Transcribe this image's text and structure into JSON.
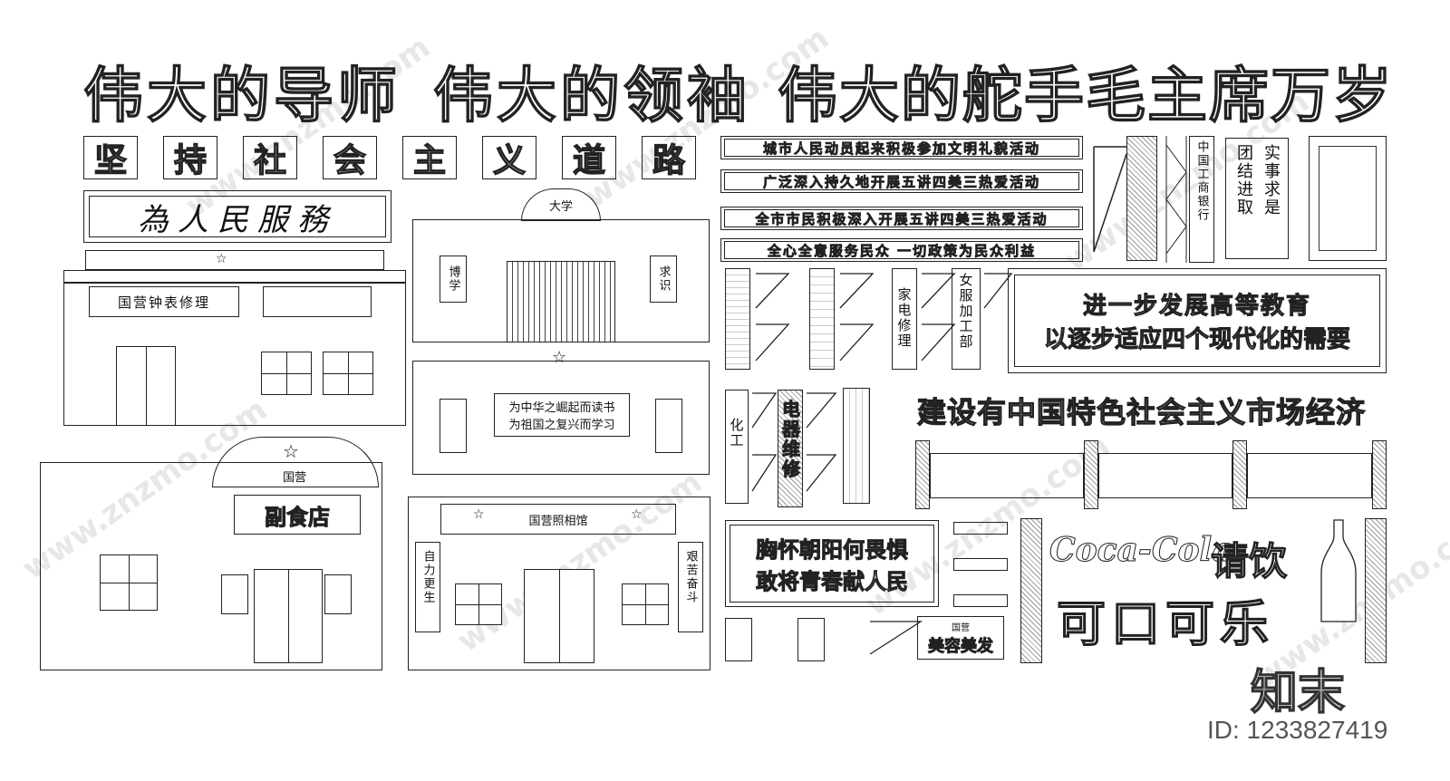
{
  "headline": {
    "part1": "伟大的导师",
    "part2": "伟大的领袖",
    "part3": "伟大的舵手毛主席万岁"
  },
  "road_slogan": [
    "坚",
    "持",
    "社",
    "会",
    "主",
    "义",
    "道",
    "路"
  ],
  "serve_people": "為人民服務",
  "strip_slogans": [
    "城市人民动员起来积极参加文明礼貌活动",
    "广泛深入持久地开展五讲四美三热爱活动",
    "全市市民积极深入开展五讲四美三热爱活动",
    "全心全意服务民众 一切政策为民众利益"
  ],
  "vertical_signs": {
    "bank": "中国工商银行",
    "unity": "团结进取",
    "truth": "实事求是",
    "repair": "家电修理",
    "tailor": "女服加工部",
    "appliance": "电器维修",
    "chem": "化工"
  },
  "education": {
    "line1": "进一步发展高等教育",
    "line2": "以逐步适应四个现代化的需要"
  },
  "market_economy": "建设有中国特色社会主义市场经济",
  "youth": {
    "line1": "胸怀朝阳何畏惧",
    "line2": "敢将青春献人民"
  },
  "beauty": {
    "top": "国营",
    "bottom": "美容美发"
  },
  "coca": {
    "brand": "Coca-Cola",
    "drink": "请饮",
    "name": "可口可乐"
  },
  "buildings": {
    "clock_shop": "国营钟表修理",
    "university_gate": "大学",
    "uni_left": "博学",
    "uni_right": "求识",
    "study_line1": "为中华之崛起而读书",
    "study_line2": "为祖国之复兴而学习",
    "grocery_top": "国营",
    "grocery": "副食店",
    "photo_studio": "国营照相馆",
    "photo_left": "自力更生",
    "photo_right": "艰苦奋斗"
  },
  "logo": "知末",
  "id_text": "ID: 1233827419",
  "watermark": "www.znzmo.com"
}
